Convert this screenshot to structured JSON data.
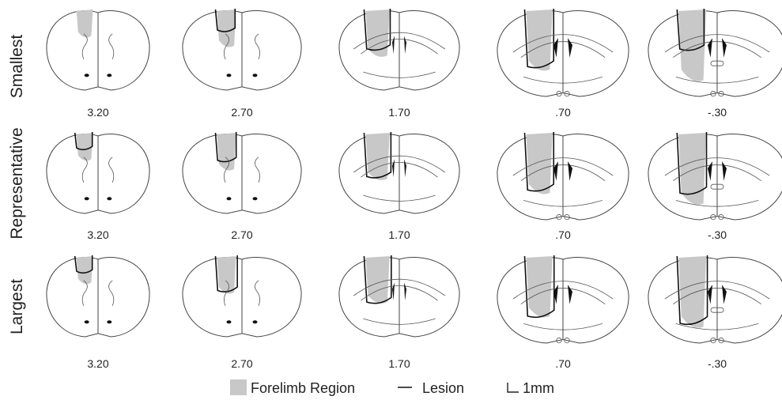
{
  "rows": [
    {
      "label": "Smallest"
    },
    {
      "label": "Representative"
    },
    {
      "label": "Largest"
    }
  ],
  "coordinates": [
    "3.20",
    "2.70",
    "1.70",
    ".70",
    "-.30"
  ],
  "legend": {
    "forelimb_label": "Forelimb Region",
    "lesion_label": "Lesion",
    "scale_label": "1mm"
  },
  "colors": {
    "forelimb_fill": "#c8c8c8",
    "lesion_stroke": "#111111",
    "outline_stroke": "#444444"
  }
}
